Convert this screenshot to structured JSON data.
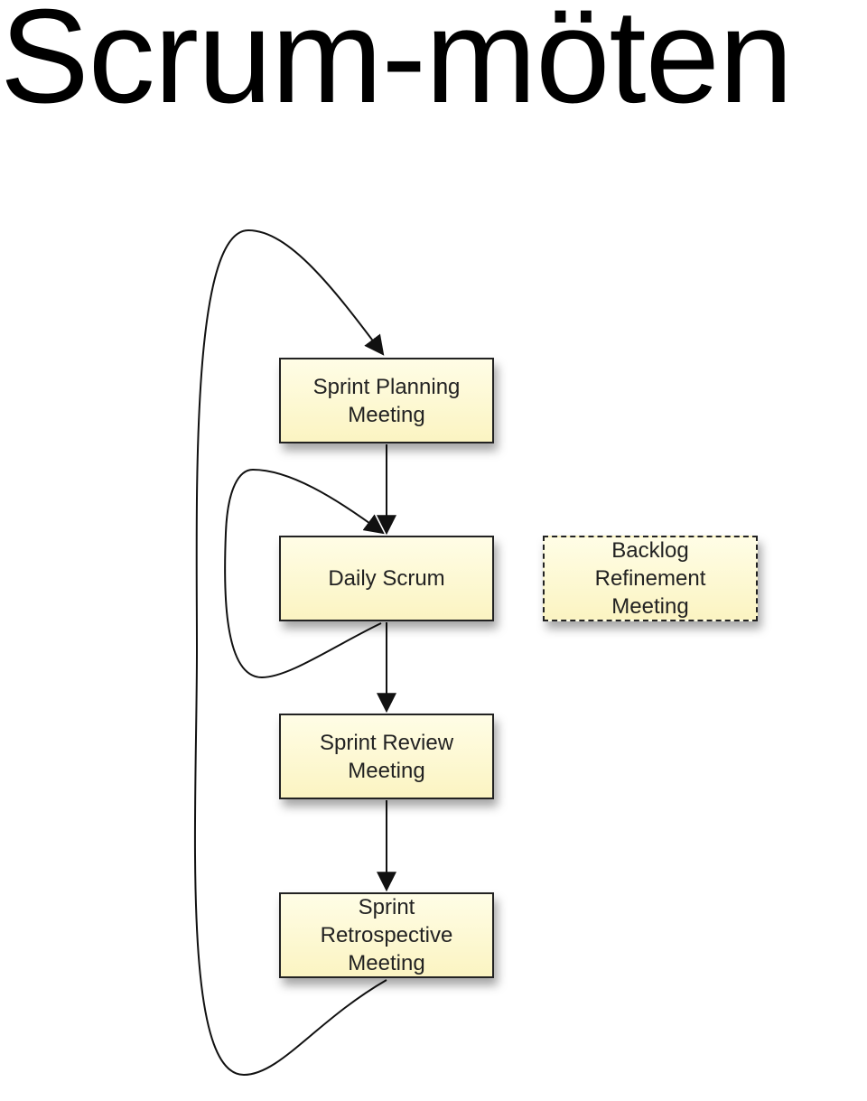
{
  "title": "Scrum-möten",
  "diagram": {
    "nodes": {
      "planning": {
        "label": "Sprint Planning\nMeeting"
      },
      "daily": {
        "label": "Daily Scrum"
      },
      "review": {
        "label": "Sprint Review\nMeeting"
      },
      "retro": {
        "label": "Sprint\nRetrospective\nMeeting"
      },
      "backlog": {
        "label": "Backlog\nRefinement\nMeeting",
        "style": "dashed"
      }
    },
    "edges": [
      {
        "from": "planning",
        "to": "daily"
      },
      {
        "from": "daily",
        "to": "daily",
        "kind": "loop"
      },
      {
        "from": "daily",
        "to": "review"
      },
      {
        "from": "review",
        "to": "retro"
      },
      {
        "from": "retro",
        "to": "planning",
        "kind": "loop"
      }
    ],
    "colors": {
      "box_fill_top": "#fffde6",
      "box_fill_bottom": "#fbf4c2",
      "stroke": "#222222"
    }
  }
}
